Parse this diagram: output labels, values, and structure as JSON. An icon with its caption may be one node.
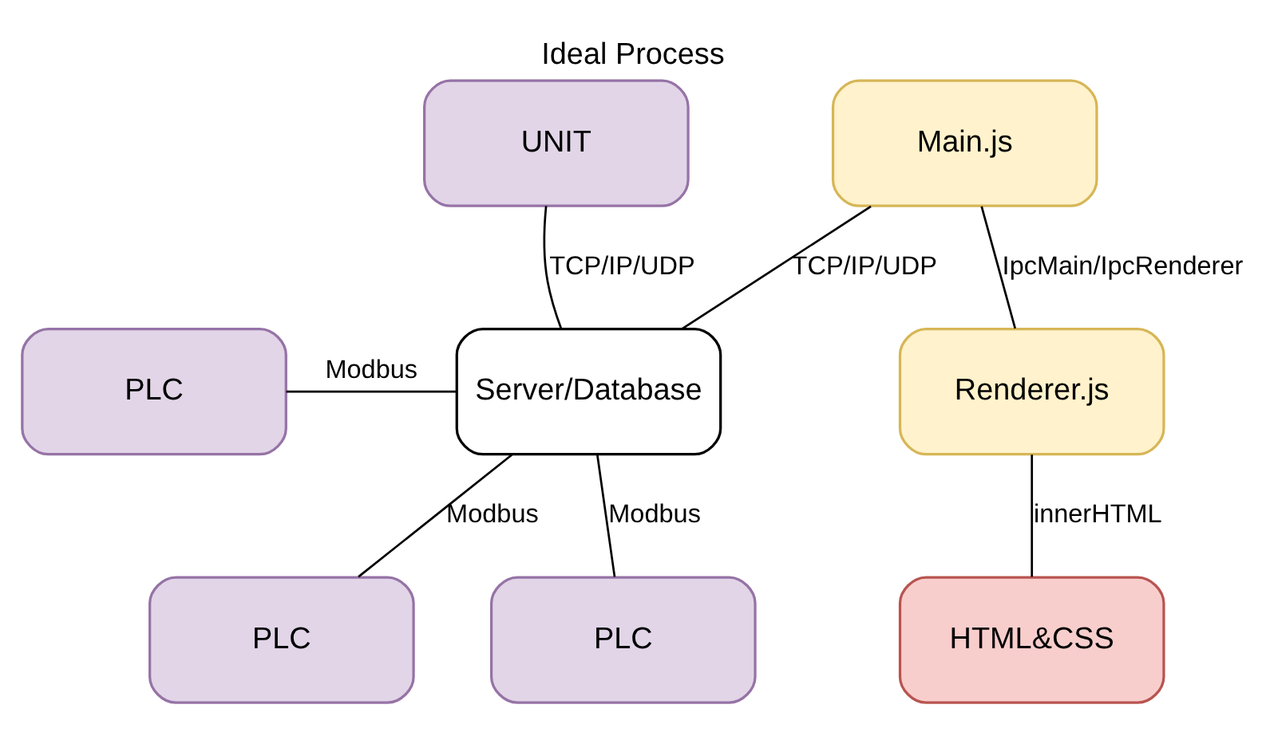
{
  "diagram": {
    "title": "Ideal Process",
    "nodes": [
      {
        "text": [
          "UNIT"
        ]
      },
      {
        "text": [
          "PLC"
        ]
      },
      {
        "text": [
          "Server/Database"
        ]
      },
      {
        "text": [
          "PLC"
        ]
      },
      {
        "text": [
          "PLC"
        ]
      },
      {
        "text": [
          "Main.js"
        ]
      },
      {
        "text": [
          "Renderer.js"
        ]
      },
      {
        "text": [
          "HTML&CSS"
        ]
      }
    ],
    "edges": [
      {
        "from": 0,
        "to": 2,
        "arrow": "none",
        "label": "TCP/IP/UDP"
      },
      {
        "from": 1,
        "to": 2,
        "arrow": "none",
        "label": "Modbus"
      },
      {
        "from": 2,
        "to": 3,
        "arrow": "none",
        "label": "Modbus"
      },
      {
        "from": 2,
        "to": 4,
        "arrow": "none",
        "label": "Modbus"
      },
      {
        "from": 2,
        "to": 5,
        "arrow": "none",
        "label": "TCP/IP/UDP"
      },
      {
        "from": 5,
        "to": 6,
        "arrow": "none",
        "label": "IpcMain/IpcRenderer"
      },
      {
        "from": 6,
        "to": 7,
        "arrow": "none",
        "label": "innerHTML"
      }
    ]
  }
}
